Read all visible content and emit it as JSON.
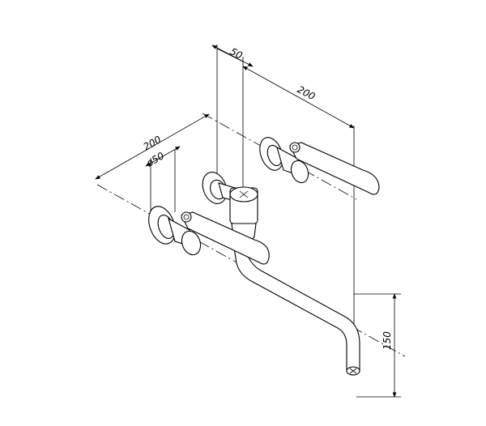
{
  "dimensions": {
    "offset_top": "50",
    "width_right": "200",
    "width_left": "200",
    "diameter": "ø50",
    "height": "150"
  }
}
